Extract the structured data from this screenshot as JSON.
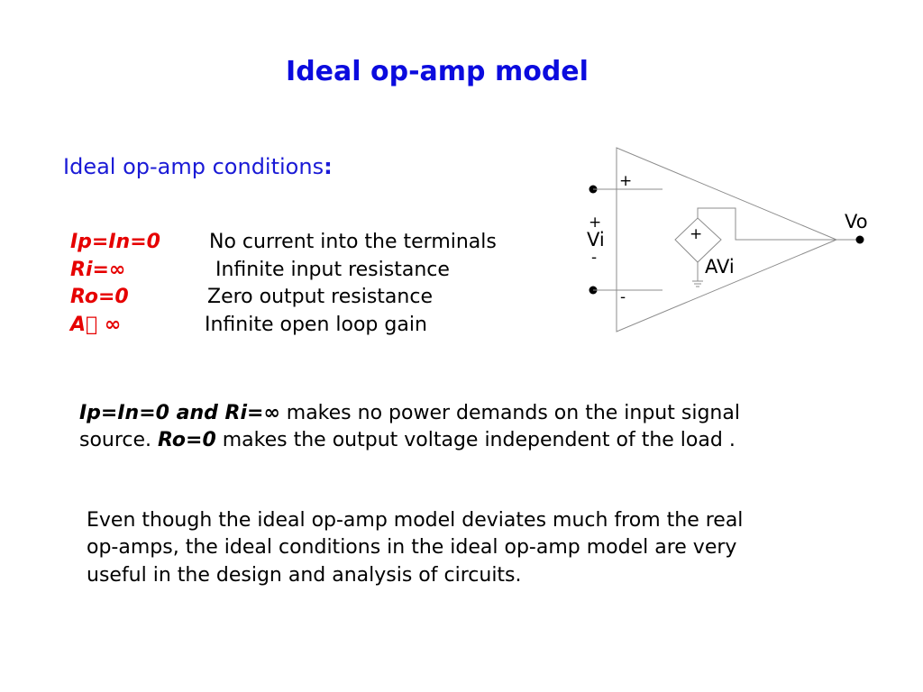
{
  "slide": {
    "title": "Ideal op-amp model",
    "subtitle": "Ideal op-amp conditions",
    "subtitle_colon": ":"
  },
  "conditions": [
    {
      "key": "Ip=In=0",
      "desc": "No current into the terminals"
    },
    {
      "key": "Ri=∞",
      "desc": "Infinite input resistance"
    },
    {
      "key": "Ro=0",
      "desc": "Zero output resistance"
    },
    {
      "key": "A ∞",
      "desc": "Infinite open loop gain"
    }
  ],
  "paragraph1": {
    "bold1": "Ip=In=0 and Ri=∞",
    "text1": " makes no power demands on the input signal",
    "text2": "source. ",
    "bold2": "Ro=0",
    "text3": " makes the output voltage independent of the load ."
  },
  "paragraph2": {
    "line1": "Even though the ideal op-amp model deviates much from the real",
    "line2": "op-amps, the ideal conditions in the ideal op-amp model are very",
    "line3": "useful in the design and analysis of circuits."
  },
  "diagram": {
    "plus_input": "+",
    "minus_input": "-",
    "vi_plus": "+",
    "vi_label": "Vi",
    "vi_minus": "-",
    "source_plus": "+",
    "source_label": "AVi",
    "output_label": "Vo",
    "colors": {
      "accent": "#0b0bde",
      "key": "#e60000",
      "line": "#8c8c8c"
    }
  }
}
